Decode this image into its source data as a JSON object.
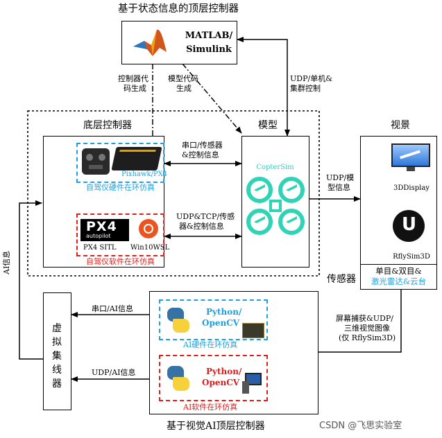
{
  "diagram": {
    "title_top": "基于状态信息的顶层控制器",
    "title_bottom": "基于视觉AI顶层控制器",
    "matlab": {
      "line1": "MATLAB/",
      "line2": "Simulink"
    },
    "labels": {
      "controller_code": [
        "控制器代",
        "码生成"
      ],
      "model_code": [
        "模型代码",
        "生成"
      ],
      "udp_single_cluster": [
        "UDP/单机&",
        "集群控制"
      ],
      "bottom_controller": "底层控制器",
      "model": "模型",
      "serial_sensor": [
        "串口/传感器",
        "&控制信息"
      ],
      "udp_tcp_sensor": [
        "UDP&TCP/传感",
        "器&控制信息"
      ],
      "udp_model": [
        "UDP/模",
        "型信息"
      ],
      "view": "视景",
      "sensor": "传感器",
      "serial_ai": "串口/AI信息",
      "udp_ai": "UDP/AI信息",
      "ai_info": "AI信息",
      "screen_capture": [
        "屏幕捕获&UDP/",
        "三维视觉图像",
        "(仅 RflySim3D)"
      ]
    },
    "hil": {
      "device": "Pixhawk/PX4",
      "caption": "自驾仪硬件在环仿真"
    },
    "sil": {
      "logo_main": "PX4",
      "logo_sub": "autopilot",
      "name_left": "PX4 SITL",
      "name_right": "Win10WSL",
      "caption": "自驾仪软件在环仿真"
    },
    "coptersim": "CopterSim",
    "display": {
      "name1": "3DDisplay",
      "name2": "RflySim3D",
      "sensors_line1": "单目&双目&",
      "sensors_line2": "激光雷达&云台"
    },
    "hub": [
      "虚",
      "拟",
      "集",
      "线",
      "器"
    ],
    "ai_hw": {
      "line1": "Python/",
      "line2": "OpenCV",
      "caption": "AI硬件在环仿真"
    },
    "ai_sw": {
      "line1": "Python/",
      "line2": "OpenCV",
      "caption": "AI软件在环仿真"
    },
    "watermark": "CSDN @飞思实验室"
  },
  "colors": {
    "blue": "#1ba1e2",
    "red": "#e21b1b",
    "green": "#1a9d3a",
    "teal": "#2fd3b5"
  }
}
